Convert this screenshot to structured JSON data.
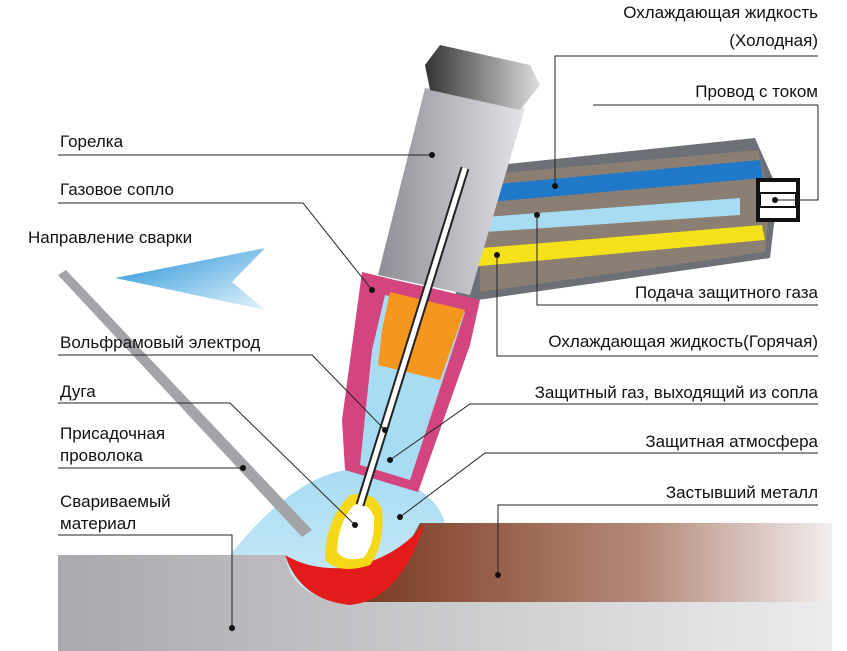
{
  "labels": {
    "coolant_cold_1": "Охлаждающая жидкость",
    "coolant_cold_2": "(Холодная)",
    "power_cable": "Провод с током",
    "torch": "Горелка",
    "gas_nozzle": "Газовое сопло",
    "welding_direction": "Направление сварки",
    "tungsten_electrode": "Вольфрамовый электрод",
    "arc": "Дуга",
    "filler_wire_1": "Присадочная",
    "filler_wire_2": "проволока",
    "base_material_1": "Свариваемый",
    "base_material_2": "материал",
    "shielding_gas_supply": "Подача защитного газа",
    "coolant_hot": "Охлаждающая жидкость(Горячая)",
    "shielding_gas_out": "Защитный газ, выходящий из сопла",
    "shielding_atmosphere": "Защитная атмосфера",
    "solidified_metal": "Застывший металл"
  },
  "colors": {
    "torch_body": "#9a9aa2",
    "nozzle": "#d2457f",
    "gas": "#a8dcf2",
    "coolant_cold": "#1f78c8",
    "coolant_hot": "#f5e21a",
    "insulator": "#f5961e",
    "weld_pool": "#e41b1b",
    "solidified_metal": "#8a4a32",
    "base_metal": "#b8b8bc",
    "arrow": "#2a9ad8"
  }
}
